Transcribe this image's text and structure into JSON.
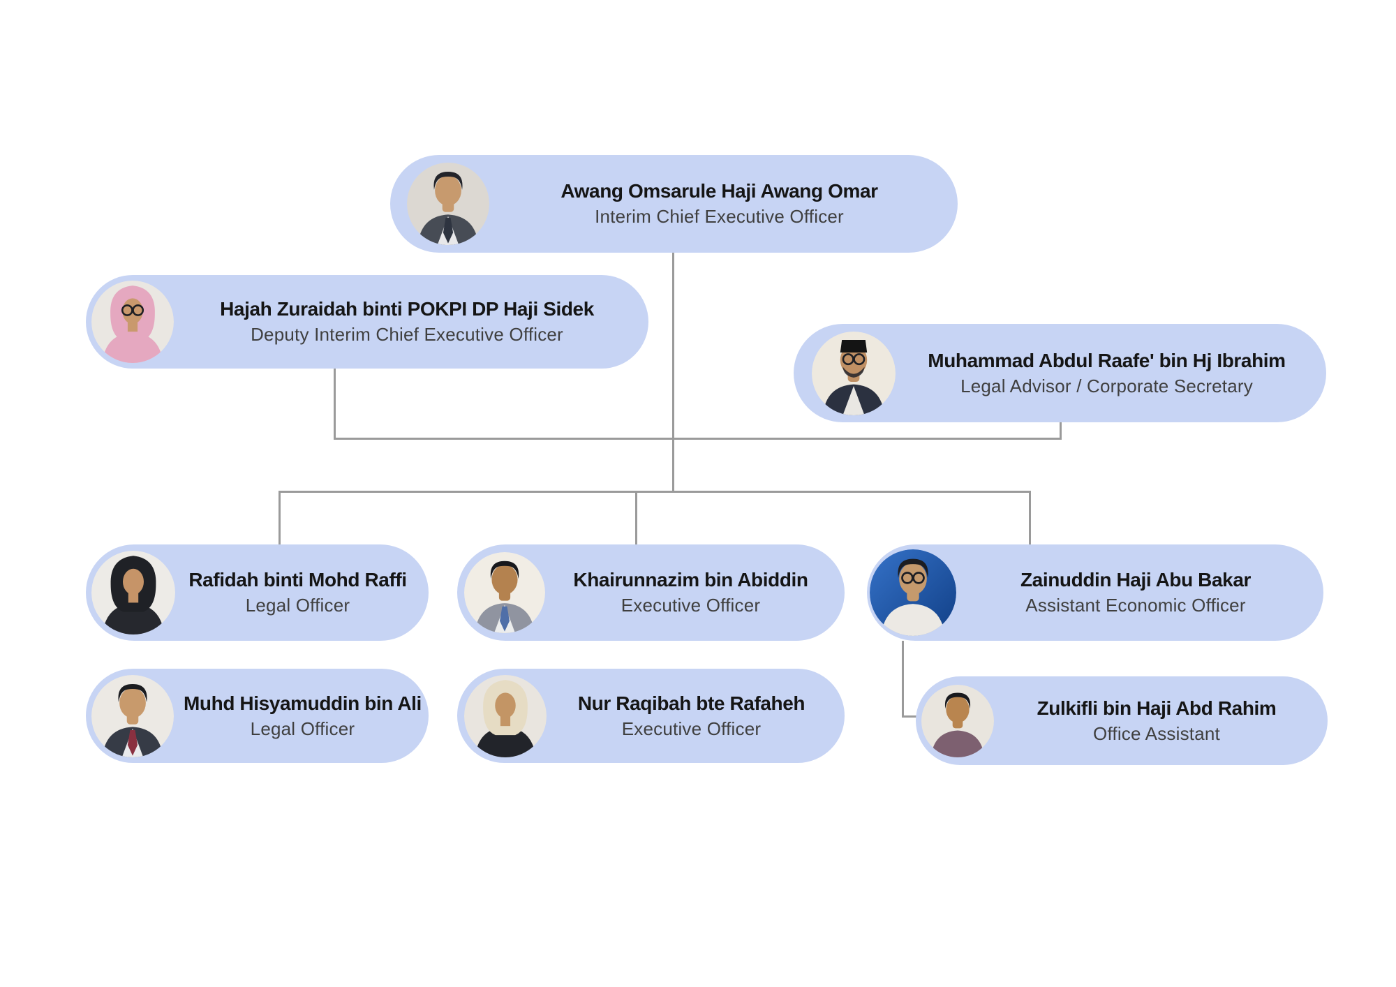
{
  "page": {
    "background_color": "#ffffff",
    "pill_color": "#c7d4f4",
    "connector_color": "#9a9a9a",
    "name_text_color": "#151515",
    "role_text_color": "#3f3f3f"
  },
  "cards": [
    {
      "id": "ceo",
      "name": "Awang Omsarule Haji Awang Omar",
      "role": "Interim Chief Executive Officer",
      "avatar": {
        "desc": "man-dark-suit-photo",
        "bg": "#dcd8d2",
        "skin": "#c79a6e",
        "hair": "#23242a",
        "head": "hair",
        "attire": "#474c55",
        "shirt": "#e8e8ea",
        "tie": "#2e3440",
        "glasses": false
      }
    },
    {
      "id": "deputy",
      "name": "Hajah Zuraidah binti POKPI DP Haji Sidek",
      "role": "Deputy Interim Chief Executive Officer",
      "avatar": {
        "desc": "woman-pink-hijab-glasses-photo",
        "bg": "#eae7e2",
        "skin": "#c9996d",
        "hair": "#e5a8c0",
        "head": "hijab",
        "attire": "#e5a8c0",
        "glasses": true
      }
    },
    {
      "id": "advisor",
      "name": "Muhammad Abdul Raafe' bin Hj Ibrahim",
      "role": "Legal Advisor / Corporate Secretary",
      "avatar": {
        "desc": "man-songkok-glasses-beard-photo",
        "bg": "#eee9df",
        "skin": "#c09064",
        "hair": "#141414",
        "head": "songkok",
        "attire": "#2b3140",
        "shirt": "#e9e7e3",
        "glasses": true,
        "beard": true
      }
    },
    {
      "id": "rafidah",
      "name": "Rafidah binti Mohd Raffi",
      "role": "Legal Officer",
      "avatar": {
        "desc": "woman-black-hijab-photo",
        "bg": "#edebe7",
        "skin": "#c69468",
        "hair": "#1f2126",
        "head": "hijab",
        "attire": "#26282e",
        "glasses": false
      }
    },
    {
      "id": "khairunnazim",
      "name": "Khairunnazim bin Abiddin",
      "role": "Executive Officer",
      "avatar": {
        "desc": "man-gray-suit-photo",
        "bg": "#f1ede5",
        "skin": "#b4824f",
        "hair": "#17181c",
        "head": "hair",
        "attire": "#9094a0",
        "shirt": "#eceded",
        "tie": "#4f6fa8",
        "glasses": false
      }
    },
    {
      "id": "zainuddin",
      "name": "Zainuddin Haji Abu Bakar",
      "role": "Assistant Economic Officer",
      "avatar": {
        "desc": "man-glasses-blue-background-photo",
        "bg": "#3572c8",
        "bg2": "#113f86",
        "skin": "#c59a6d",
        "hair": "#1c1d21",
        "head": "hair",
        "attire": "#ece9e4",
        "glasses": true
      }
    },
    {
      "id": "muhd",
      "name": "Muhd Hisyamuddin bin Ali",
      "role": "Legal Officer",
      "avatar": {
        "desc": "man-dark-suit-red-tie-photo",
        "bg": "#ece9e4",
        "skin": "#c89a6c",
        "hair": "#1b1c20",
        "head": "hair",
        "attire": "#363b46",
        "shirt": "#e9eaec",
        "tie": "#8a3040",
        "glasses": false
      }
    },
    {
      "id": "nur",
      "name": "Nur Raqibah bte Rafaheh",
      "role": "Executive Officer",
      "avatar": {
        "desc": "woman-cream-hijab-photo",
        "bg": "#e9e5df",
        "skin": "#c39565",
        "hair": "#e6dcc4",
        "head": "hijab",
        "attire": "#22242a",
        "glasses": false
      }
    },
    {
      "id": "zulkifli",
      "name": "Zulkifli bin Haji Abd Rahim",
      "role": "Office Assistant",
      "avatar": {
        "desc": "man-plum-shirt-photo",
        "bg": "#e9e5de",
        "skin": "#b9854f",
        "hair": "#191a1e",
        "head": "hair",
        "attire": "#7d6070",
        "glasses": false
      }
    }
  ]
}
